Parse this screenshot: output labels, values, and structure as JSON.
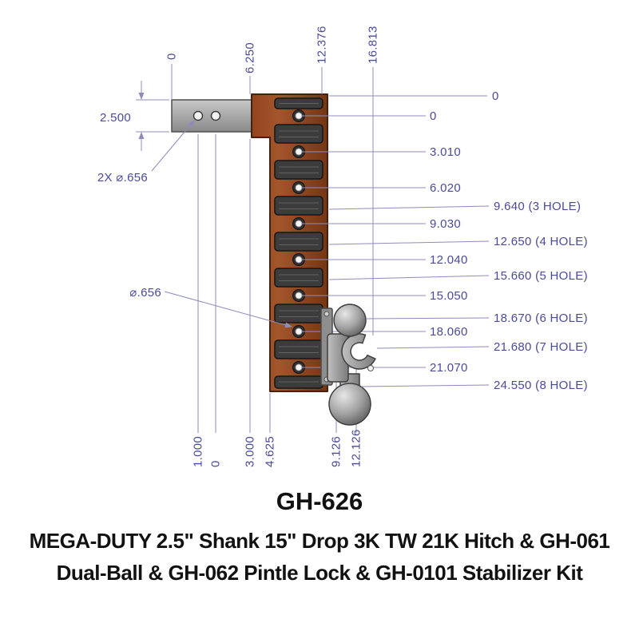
{
  "drawing": {
    "top_dims": [
      "0",
      "6.250",
      "12.376",
      "16.813"
    ],
    "right_zero": "0",
    "hole_dims": [
      "0",
      "3.010",
      "6.020",
      "9.030",
      "12.040",
      "15.050",
      "18.060",
      "21.070"
    ],
    "drop_dims": [
      "9.640 (3 HOLE)",
      "12.650 (4 HOLE)",
      "15.660 (5 HOLE)",
      "18.670 (6 HOLE)",
      "21.680 (7 HOLE)",
      "24.550 (8 HOLE)"
    ],
    "bottom_dims": [
      "1.000",
      "0",
      "3.000",
      "4.625",
      "9.126",
      "12.126"
    ],
    "shank_height": "2.500",
    "shank_hole_note": "2X ⌀.656",
    "bar_hole_note": "⌀.656"
  },
  "title": {
    "model": "GH-626",
    "line1": "MEGA-DUTY 2.5\" Shank 15\" Drop 3K TW 21K Hitch & GH-061",
    "line2": "Dual-Ball & GH-062 Pintle Lock & GH-0101 Stabilizer Kit"
  },
  "colors": {
    "dimension_text": "#4a4a9a",
    "dimension_line": "#8f8cbb",
    "bar_brown": "#92451f",
    "steel_gray": "#9a9a9a",
    "tread_dark": "#3c3c3c"
  }
}
